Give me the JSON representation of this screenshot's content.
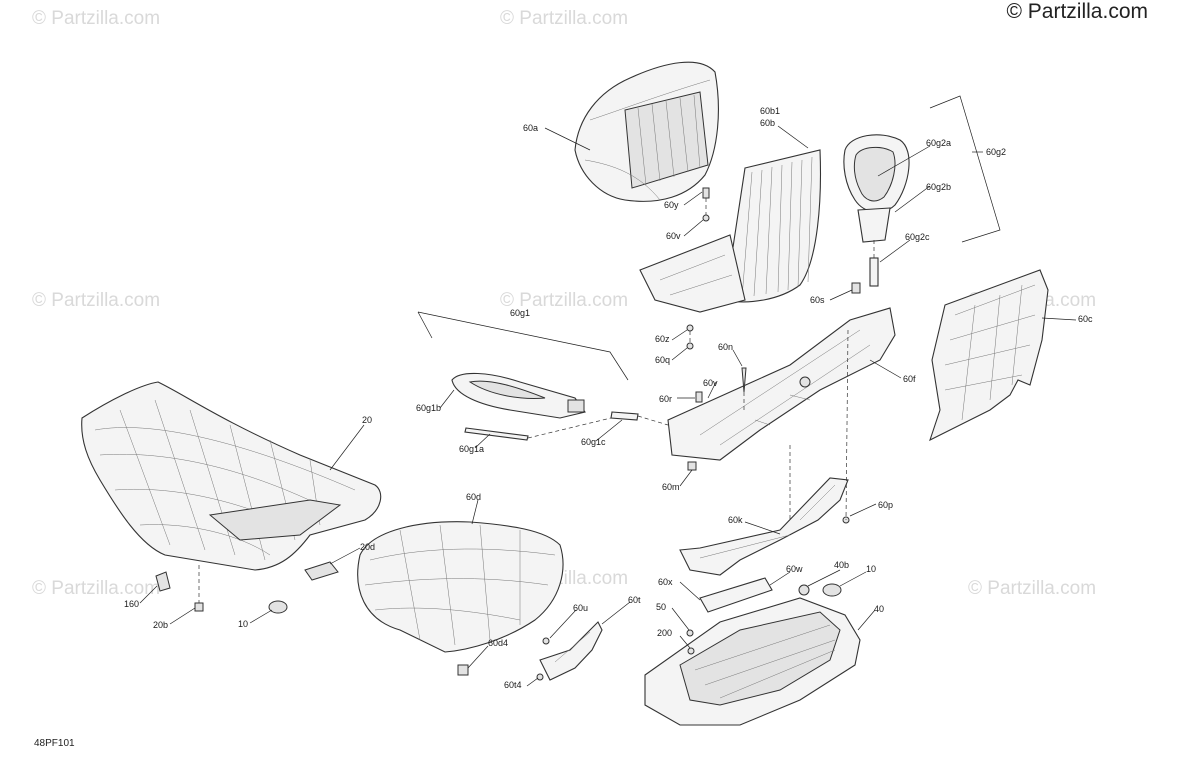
{
  "copyright": "© Partzilla.com",
  "diagram_id": "48PF101",
  "watermark_text": "© Partzilla.com",
  "callouts": {
    "c60a": "60a",
    "c60b1": "60b1",
    "c60b": "60b",
    "c60g2a": "60g2a",
    "c60g2": "60g2",
    "c60g2b": "60g2b",
    "c60g2c": "60g2c",
    "c60y": "60y",
    "c60v_top": "60v",
    "c60s": "60s",
    "c60c": "60c",
    "c60g1": "60g1",
    "c60z": "60z",
    "c60q": "60q",
    "c60n": "60n",
    "c60v_mid": "60v",
    "c60r": "60r",
    "c60f": "60f",
    "c60g1b": "60g1b",
    "c60g1c": "60g1c",
    "c60g1a": "60g1a",
    "c60m": "60m",
    "c20": "20",
    "c60d": "60d",
    "c60k": "60k",
    "c60p": "60p",
    "c20d": "20d",
    "c60x": "60x",
    "c60w": "60w",
    "c40b": "40b",
    "c10_right": "10",
    "c160": "160",
    "c60t": "60t",
    "c60u": "60u",
    "c50": "50",
    "c40": "40",
    "c20b": "20b",
    "c10_left": "10",
    "c200": "200",
    "c60d4": "60d4",
    "c60t4": "60t4"
  }
}
